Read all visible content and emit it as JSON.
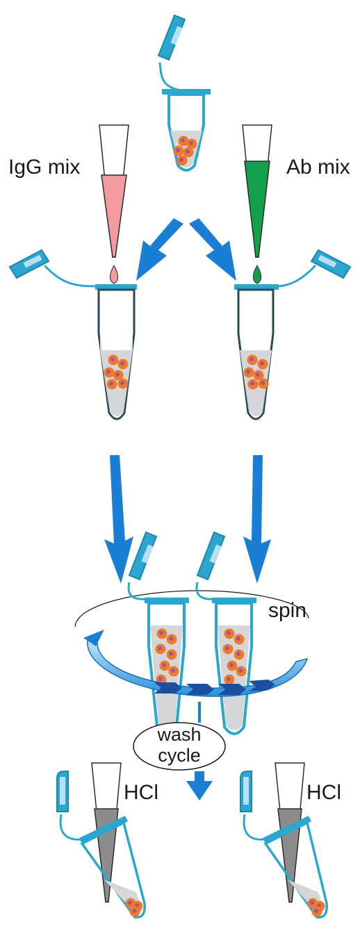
{
  "labels": {
    "igg_mix": "IgG mix",
    "ab_mix": "Ab mix",
    "spin": "spin",
    "wash_line1": "wash",
    "wash_line2": "cycle",
    "hcl_left": "HCl",
    "hcl_right": "HCl"
  },
  "colors": {
    "tube_outline": "#2aa6cf",
    "cap_blue": "#2aa6cf",
    "arrow_blue": "#1a7fd4",
    "liquid_grey": "#d4d6d8",
    "igg_pink": "#f39aa0",
    "ab_green": "#13a04b",
    "hcl_grey": "#8c8c8c",
    "bead_orange": "#f07a2a",
    "bead_purple": "#8e4fb0"
  }
}
